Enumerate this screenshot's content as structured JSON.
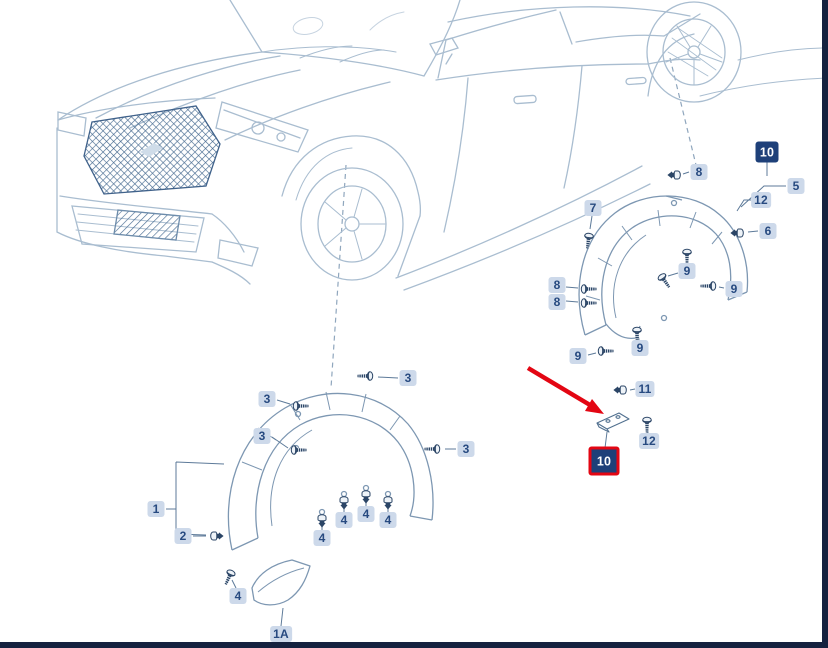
{
  "theme": {
    "badge_bg": "#cdd9ea",
    "badge_text": "#274a80",
    "badge_dark_bg": "#1e4079",
    "badge_dark_text": "#ffffff",
    "highlight_red": "#e30613",
    "frame_border": "#15223f",
    "leader": "#5d7a99",
    "line_light": "#a9bdd0",
    "line_mid": "#7d97b2",
    "icon_dark": "#2b4566",
    "dash": "#8fa6bd"
  },
  "callouts": [
    {
      "label": "3"
    },
    {
      "label": "3"
    },
    {
      "label": "3"
    },
    {
      "label": "3"
    },
    {
      "label": "1"
    },
    {
      "label": "2"
    },
    {
      "label": "4"
    },
    {
      "label": "4"
    },
    {
      "label": "4"
    },
    {
      "label": "4"
    },
    {
      "label": "4"
    },
    {
      "label": "1A"
    },
    {
      "label": "8"
    },
    {
      "label": "7"
    },
    {
      "label": "10"
    },
    {
      "label": "5"
    },
    {
      "label": "12"
    },
    {
      "label": "6"
    },
    {
      "label": "8"
    },
    {
      "label": "8"
    },
    {
      "label": "9"
    },
    {
      "label": "9"
    },
    {
      "label": "9"
    },
    {
      "label": "9"
    },
    {
      "label": "11"
    },
    {
      "label": "12"
    },
    {
      "label": "10"
    }
  ],
  "illustration": {
    "car": "front-three-quarter-line-drawing",
    "assemblies": [
      "wheel-housing-liner-front-left",
      "wheel-housing-liner-front-right"
    ],
    "fasteners": [
      "screw-icon",
      "clip-icon"
    ],
    "annotation": {
      "type": "red-arrow",
      "points_to": "part-10-bracket"
    },
    "highlighted_callout": "10"
  }
}
